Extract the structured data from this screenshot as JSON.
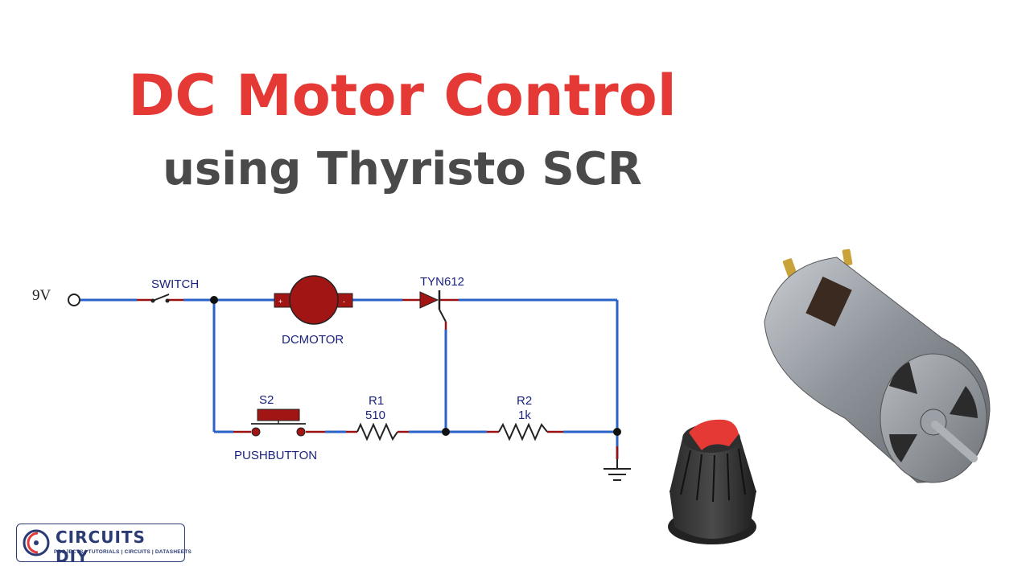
{
  "title": {
    "line1": "DC Motor Control",
    "line2": "using Thyristo SCR"
  },
  "colors": {
    "title_red": "#e53935",
    "title_gray": "#4a4a4a",
    "wire_blue": "#2962c9",
    "component_red": "#9b1111",
    "label_navy": "#1a237e"
  },
  "schematic": {
    "supply_label": "9V",
    "switch_label": "SWITCH",
    "motor_label": "DCMOTOR",
    "scr_label": "TYN612",
    "button_ref": "S2",
    "button_label": "PUSHBUTTON",
    "r1_ref": "R1",
    "r1_value": "510",
    "r2_ref": "R2",
    "r2_value": "1k"
  },
  "logo": {
    "name": "CIRCUITS DIY",
    "tagline": "PROJECTS | TUTORIALS | CIRCUITS | DATASHEETS"
  },
  "images": [
    "dc-motor-photo",
    "potentiometer-knob-photo"
  ]
}
